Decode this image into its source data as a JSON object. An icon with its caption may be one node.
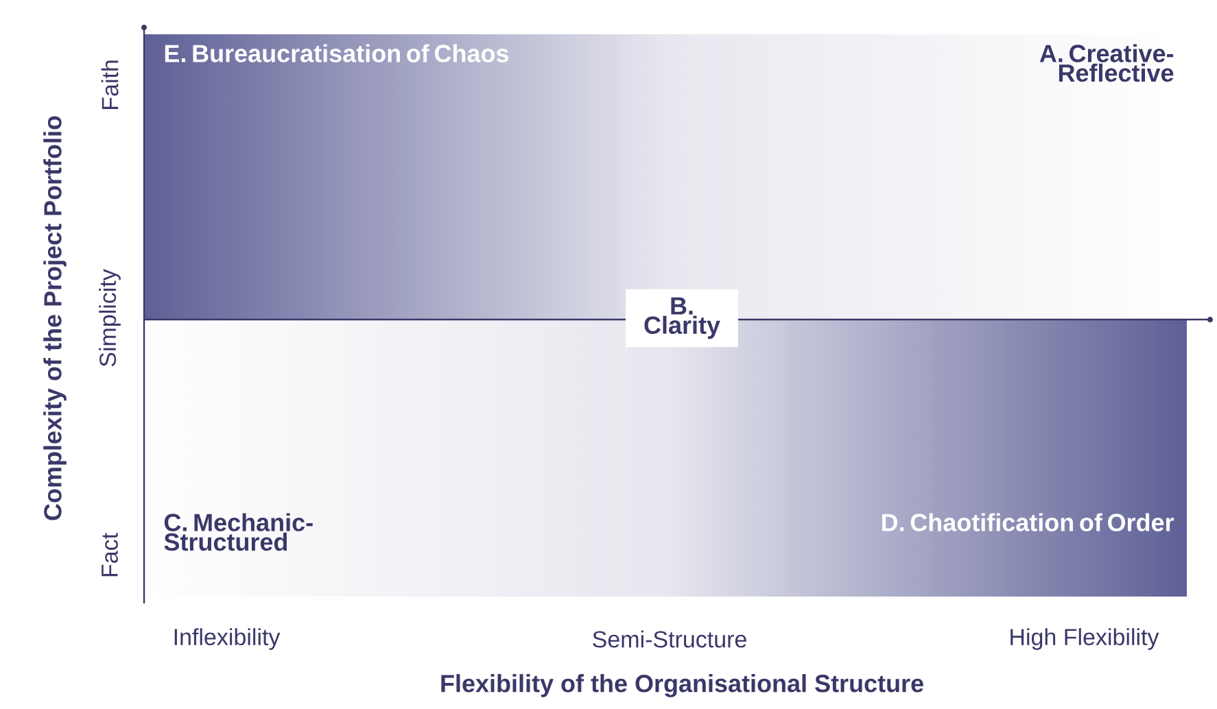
{
  "diagram": {
    "labels": [
      "E. Bureaucratisation of Chaos",
      "A. Creative-Reflective",
      "B. Clarity",
      "C. Mechanic-Structured",
      "D. Chaotification of Order",
      "Faith",
      "Simplicity",
      "Fact",
      "Complexity of the Project Portfolio",
      "Inflexibility",
      "Semi-Structure",
      "High Flexibility",
      "Flexibility of the Organisational Structure"
    ]
  }
}
